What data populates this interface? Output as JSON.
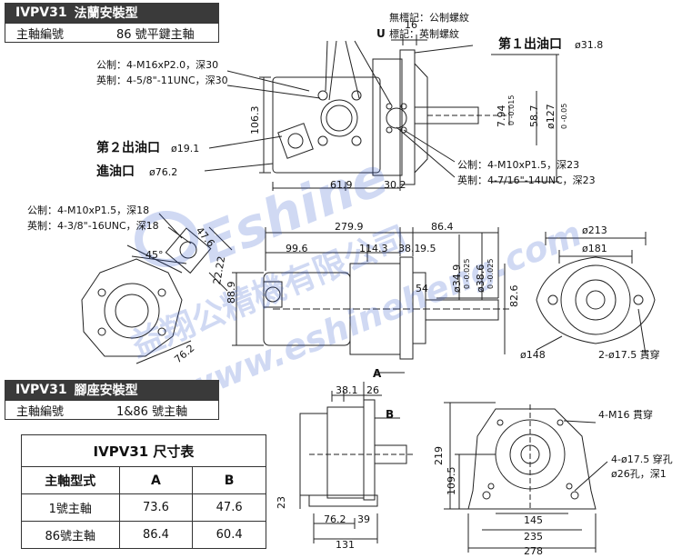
{
  "flange_header": {
    "model": "IVPV31",
    "type": "法蘭安裝型"
  },
  "flange_shaft": {
    "label": "主軸編號",
    "value": "86 號平鍵主軸"
  },
  "foot_header": {
    "model": "IVPV31",
    "type": "腳座安裝型"
  },
  "foot_shaft": {
    "label": "主軸編號",
    "value": "1&86 號主軸"
  },
  "spec_table": {
    "title": "IVPV31 尺寸表",
    "headers": [
      "主軸型式",
      "A",
      "B"
    ],
    "rows": [
      {
        "type": "1號主軸",
        "a": "73.6",
        "b": "47.6"
      },
      {
        "type": "86號主軸",
        "a": "86.4",
        "b": "60.4"
      }
    ]
  },
  "thread_legend": {
    "none_mark": "無標記：公制螺紋",
    "u_mark": "U",
    "u_text": "標記：英制螺紋"
  },
  "ports": {
    "outlet1": "第１出油口",
    "outlet1_size": "ø31.8",
    "outlet2": "第２出油口",
    "outlet2_size": "ø19.1",
    "inlet": "進油口",
    "inlet_size": "ø76.2"
  },
  "threads": {
    "inlet_metric": "公制：4-M16xP2.0，深30",
    "inlet_inch": "英制：4-5/8\"-11UNC，深30",
    "out1_metric": "公制：4-M10xP1.5，深23",
    "out1_inch": "英制：4-7/16\"-14UNC，深23",
    "out2_metric": "公制：4-M10xP1.5，深18",
    "out2_inch": "英制：4-3/8\"-16UNC，深18"
  },
  "dims": {
    "d16": "16",
    "d106_3": "106.3",
    "d61_9": "61.9",
    "d30_2": "30.2",
    "d7_94": "7.94",
    "d7_94_tol": "0 -0.015",
    "d58_7": "58.7",
    "d127": "ø127",
    "d127_tol": "0 -0.05",
    "d47_6": "47.6",
    "d45": "45°",
    "d22_22": "22.22",
    "d76_2": "76.2",
    "d279_9": "279.9",
    "d86_4": "86.4",
    "d99_6": "99.6",
    "d114_3": "114.3",
    "d38_1": "38.1",
    "d9_5": "9.5",
    "d88_9": "88.9",
    "d54": "54",
    "d34_9": "ø34.9",
    "d34_9_tol": "0 -0.025",
    "d38_6": "ø38.6",
    "d38_6_tol": "0 -0.025",
    "d82_6": "82.6",
    "d213": "ø213",
    "d181": "ø181",
    "d148": "ø148",
    "holes_175": "2-ø17.5 貫穿",
    "dA": "A",
    "dB": "B",
    "f38_1": "38.1",
    "f26": "26",
    "f23": "23",
    "f76_2": "76.2",
    "f39": "39",
    "f131": "131",
    "m16": "4-M16 貫穿",
    "h175": "4-ø17.5 穿孔",
    "h26": "ø26孔，深1",
    "f219": "219",
    "f109_5": "109.5",
    "f145": "145",
    "f235": "235",
    "f278": "278"
  },
  "watermark": {
    "cn": "益翔公精機有限公司",
    "brand": "Eshine",
    "url": "www.eshineheng.com"
  }
}
